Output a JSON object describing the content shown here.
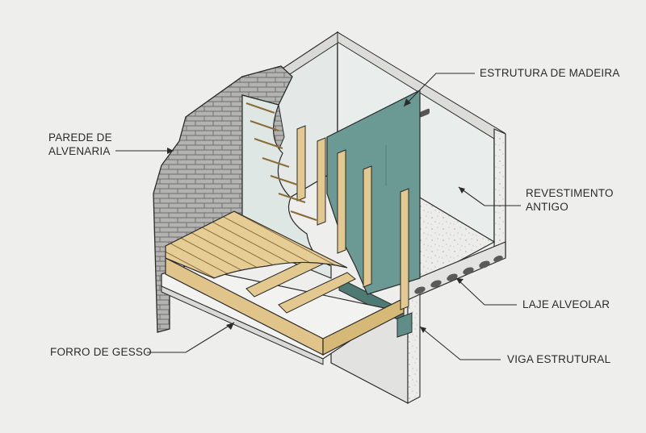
{
  "labels": {
    "estrutura_madeira": "ESTRUTURA DE MADEIRA",
    "parede_alvenaria": [
      "PAREDE DE",
      "ALVENARIA"
    ],
    "revestimento_antigo": [
      "REVESTIMENTO",
      "ANTIGO"
    ],
    "laje_alveolar": "LAJE ALVEOLAR",
    "forro_gesso": "FORRO DE GESSO",
    "viga_estrutural": "VIGA ESTRUTURAL"
  },
  "colors": {
    "background": "#eeeeec",
    "wood": "#e3c98f",
    "drywall": "#dde6e3",
    "teal_panel": "#5e8e87",
    "brick": "#a9a9a9",
    "concrete": "#e7e7e5",
    "line": "#2b2b2b"
  }
}
